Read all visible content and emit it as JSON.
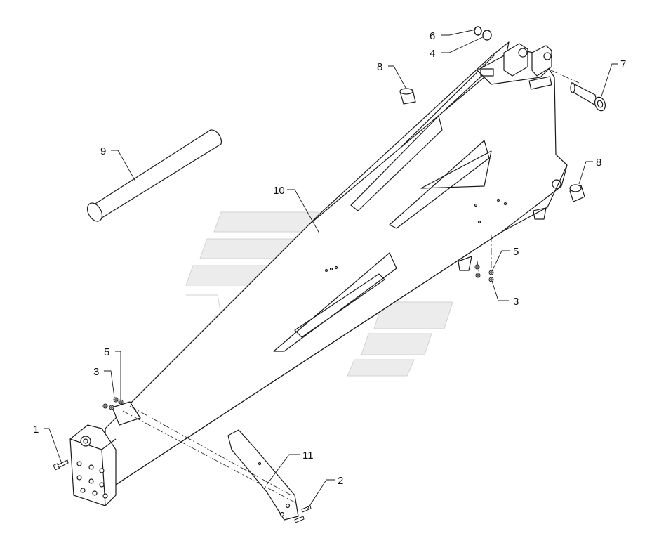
{
  "colors": {
    "line": "#1a1a1a",
    "paper": "#ffffff",
    "watermark": "#ececec",
    "watermark_edge": "#d2d2d2"
  },
  "callouts": {
    "c1": "1",
    "c2": "2",
    "c3_left": "3",
    "c3_right": "3",
    "c4": "4",
    "c5_left": "5",
    "c5_right": "5",
    "c6": "6",
    "c7": "7",
    "c8_top": "8",
    "c8_right": "8",
    "c9": "9",
    "c10": "10",
    "c11": "11"
  }
}
